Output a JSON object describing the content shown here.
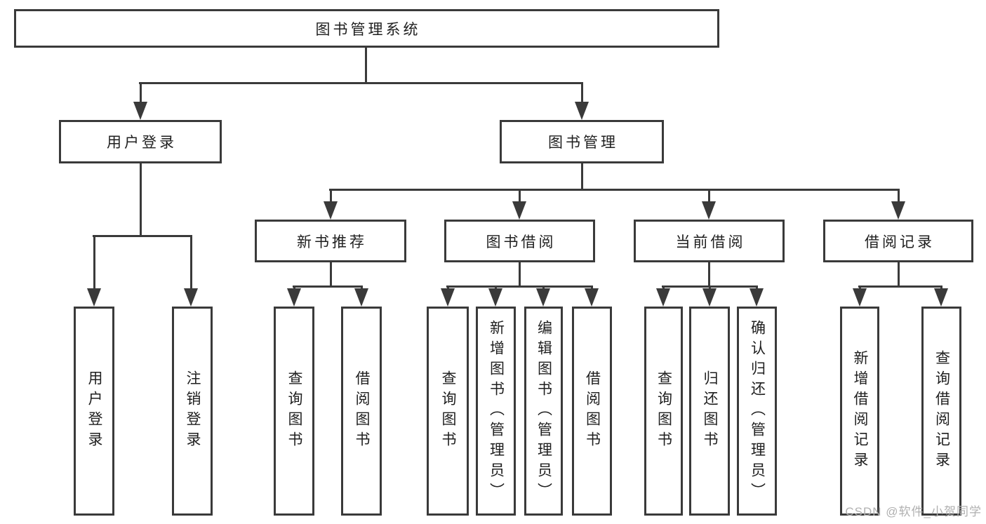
{
  "diagram": {
    "root": {
      "label": "图书管理系统"
    },
    "level2": [
      {
        "label": "用户登录"
      },
      {
        "label": "图书管理"
      }
    ],
    "level3": [
      {
        "label": "新书推荐"
      },
      {
        "label": "图书借阅"
      },
      {
        "label": "当前借阅"
      },
      {
        "label": "借阅记录"
      }
    ],
    "leaves": {
      "user": [
        "用户登录",
        "注销登录"
      ],
      "new_books": [
        "查询图书",
        "借阅图书"
      ],
      "borrow": [
        "查询图书",
        "新增图书（管理员）",
        "编辑图书（管理员）",
        "借阅图书"
      ],
      "current": [
        "查询图书",
        "归还图书",
        "确认归还（管理员）"
      ],
      "records": [
        "新增借阅记录",
        "查询借阅记录"
      ]
    },
    "colors": {
      "line": "#3a3a3a",
      "text": "#1f1f1f",
      "watermark": "#b0b0b0"
    }
  },
  "watermark": {
    "text": "CSDN @软件_小贺同学"
  }
}
